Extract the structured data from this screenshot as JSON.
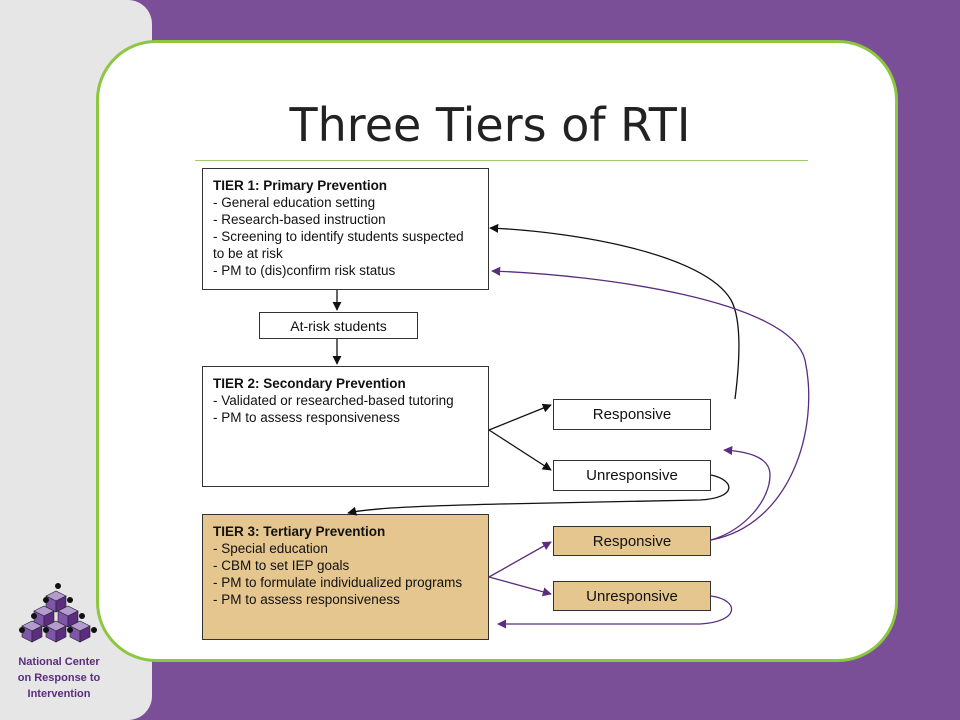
{
  "title": "Three Tiers of RTI",
  "tier1": {
    "heading": "TIER 1: Primary Prevention",
    "lines": [
      "- General education setting",
      "- Research-based instruction",
      "- Screening to identify students suspected to be at risk",
      "- PM to (dis)confirm risk status"
    ]
  },
  "at_risk_label": "At-risk students",
  "tier2": {
    "heading": "TIER 2: Secondary Prevention",
    "lines": [
      "- Validated or researched-based tutoring",
      "- PM to assess responsiveness"
    ]
  },
  "tier3": {
    "heading": "TIER 3: Tertiary Prevention",
    "lines": [
      "- Special education",
      "- CBM to set IEP goals",
      "- PM to formulate individualized programs",
      "- PM to assess responsiveness"
    ]
  },
  "tier2_outcomes": {
    "responsive": "Responsive",
    "unresponsive": "Unresponsive"
  },
  "tier3_outcomes": {
    "responsive": "Responsive",
    "unresponsive": "Unresponsive"
  },
  "org": {
    "line1": "National Center",
    "line2": "on Response to",
    "line3": "Intervention"
  },
  "colors": {
    "background": "#7b4f98",
    "card_border": "#8dc63f",
    "tier3_fill": "#e5c68f",
    "purple_arrow": "#5b2c7f"
  }
}
